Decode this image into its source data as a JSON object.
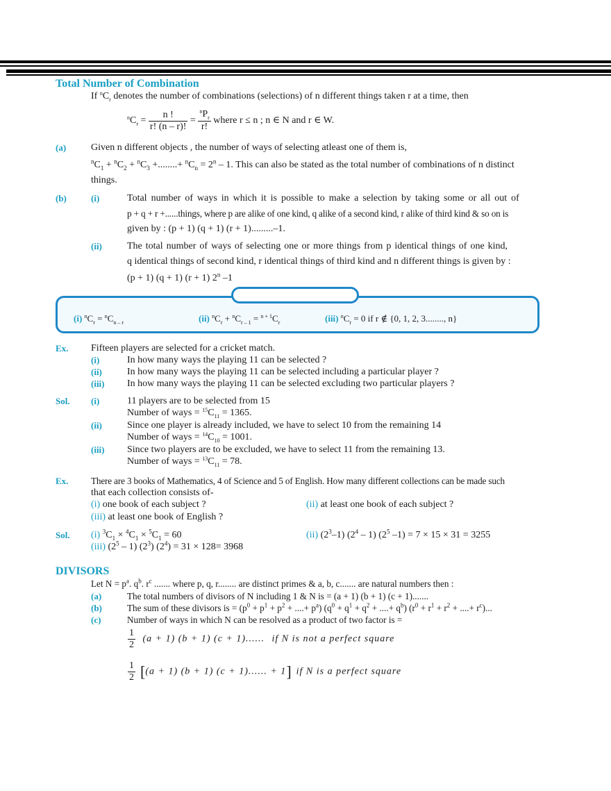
{
  "combination_section": {
    "title": "Total Number of Combination",
    "intro_prefix": "If ",
    "intro_suffix": " denotes the number of combinations (selections) of n different things taken r at a time, then",
    "formula": {
      "numerator1": "n !",
      "denominator1": "r! (n – r)!",
      "numerator2": "P",
      "denominator2": "r!",
      "condition": "where r ≤ n ; n ∈ N and r ∈ W."
    },
    "item_a": {
      "label": "(a)",
      "line1": "Given n different objects , the number of ways of selecting atleast one of them is,",
      "line2_tail": " = 2",
      "line2_end": " – 1. This can also be stated as the total number of combinations of n distinct",
      "line3": "things."
    },
    "item_b": {
      "label": "(b)",
      "i_label": "(i)",
      "i_line1": "Total number of ways in which it is possible to make a selection by taking some or all out of",
      "i_line2": "p + q + r +......things, where p are alike of one kind, q alike of a second kind, r alike of third kind & so on is",
      "i_line3": "given by : (p + 1) (q + 1) (r + 1).........–1.",
      "ii_label": "(ii)",
      "ii_line1": "The total number of ways of selecting one or more things from p identical things of one kind,",
      "ii_line2": "q identical things of second kind, r identical things of third kind and n different things is given by :",
      "ii_line3_pre": "(p + 1) (q + 1) (r + 1) 2",
      "ii_line3_post": " –1"
    }
  },
  "properties_box": {
    "items": [
      {
        "label": "(i)",
        "expr": "ⁿCᵣ = ⁿCₙ₋ᵣ"
      },
      {
        "label": "(ii)",
        "expr": "ⁿCᵣ + ⁿCᵣ₋₁ = ⁿ⁺¹Cᵣ"
      },
      {
        "label": "(iii)",
        "expr_tail": " = 0 if r ∉ {0, 1, 2, 3........, n}"
      }
    ]
  },
  "example1": {
    "ex_label": "Ex.",
    "question": "Fifteen players are selected for a cricket match.",
    "parts": [
      {
        "label": "(i)",
        "text": "In how many ways the playing 11 can be selected ?"
      },
      {
        "label": "(ii)",
        "text": "In how many ways the playing 11 can be selected including a particular player ?"
      },
      {
        "label": "(iii)",
        "text": "In how many ways the playing 11 can be selected excluding two particular players ?"
      }
    ],
    "sol_label": "Sol.",
    "solutions": [
      {
        "label": "(i)",
        "line1": "11 players are to be selected from 15",
        "ways_pre": "Number of ways = ",
        "n": "15",
        "r": "11",
        "result": " = 1365."
      },
      {
        "label": "(ii)",
        "line1": "Since one player is already included, we have to select 10 from the remaining 14",
        "ways_pre": "Number of ways = ",
        "n": "14",
        "r": "10",
        "result": " = 1001."
      },
      {
        "label": "(iii)",
        "line1": "Since two players are to be excluded, we have to select 11 from the remaining 13.",
        "ways_pre": "Number of ways = ",
        "n": "13",
        "r": "11",
        "result": " = 78."
      }
    ]
  },
  "example2": {
    "ex_label": "Ex.",
    "question_line1": "There are 3 books of Mathematics, 4 of Science and 5 of English. How many different collections can be made such",
    "question_line2": "that each collection consists of-",
    "parts": [
      {
        "label": "(i)",
        "text": " one book of each subject ?"
      },
      {
        "label": "(ii)",
        "text": " at least one book of each subject ?"
      },
      {
        "label": "(iii)",
        "text": " at least one book of English ?"
      }
    ],
    "sol_label": "Sol.",
    "sol_i_label": "(i)",
    "sol_i_result": " = 60",
    "sol_ii_label": "(ii)",
    "sol_ii_result": " = 7 × 15 × 31 = 3255",
    "sol_iii_label": "(iii)",
    "sol_iii_result": " = 31 × 128= 3968"
  },
  "divisors_section": {
    "title": "DIVISORS",
    "intro_tail": " ....... where p, q, r........ are distinct primes & a, b, c....... are natural numbers then :",
    "items": [
      {
        "label": "(a)",
        "text": "The total numbers of divisors of N including 1 & N is = (a + 1) (b + 1) (c + 1)......."
      },
      {
        "label": "(b)",
        "text_pre": "The sum of these divisors is = "
      },
      {
        "label": "(c)",
        "text": "Number of ways in which N can be resolved as a product of two factor is ="
      }
    ],
    "case1": {
      "frac_num": "1",
      "frac_den": "2",
      "expr": "(a + 1)  (b + 1)  (c + 1)......",
      "condition": "if  N  is  not  a  perfect  square"
    },
    "case2": {
      "frac_num": "1",
      "frac_den": "2",
      "expr": "(a + 1)  (b + 1)  (c + 1)...... + 1",
      "condition": "if  N  is  a  perfect  square"
    }
  },
  "colors": {
    "accent": "#1a9fc4",
    "box_border": "#1e88c8",
    "box_fill": "#f3fafe",
    "text": "#1a1a1a"
  }
}
